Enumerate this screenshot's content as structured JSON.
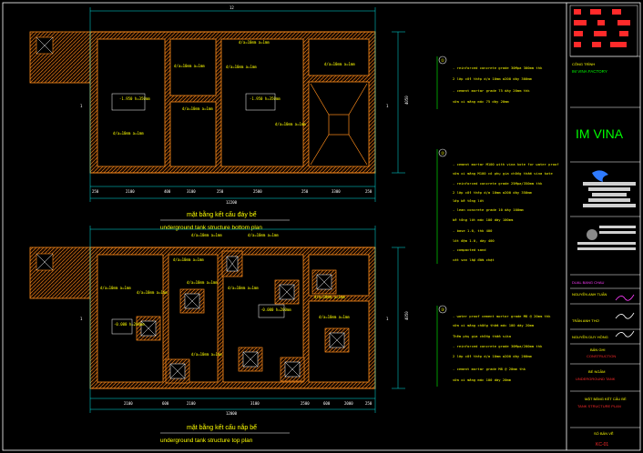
{
  "plan_bottom": {
    "title_vn": "mặt bằng kết cấu đáy bể",
    "title_en": "underground tank structure bottom plan",
    "room_labels": [
      "d/a=10mm a=1mm",
      "d/a=10mm a=1mm",
      "d/a=10mm a=1mm",
      "d/a=10mm a=1mm",
      "-1.950 h=350mm",
      "-1.950 h=350mm",
      "d/a=10mm a=1mm",
      "d/a=10mm a=1mm",
      "d/a=10mm a=1mm"
    ],
    "dims_bottom": [
      "250",
      "2100",
      "400",
      "3100",
      "250",
      "2500",
      "250",
      "3300",
      "250"
    ],
    "dim_total": "12200",
    "dim_top": "12",
    "dim_right": "4050",
    "axis_labels": [
      "1",
      "1"
    ]
  },
  "plan_top": {
    "title_vn": "mặt bằng kết cấu nắp bể",
    "title_en": "underground tank structure top plan",
    "room_labels": [
      "d/a=10mm a=1mm",
      "d/a=10mm a=1mm",
      "d/a=10mm a=1mm",
      "d/a=10mm a=1mm",
      "d/a=10mm a=1mm",
      "d/a=10mm a=1mm",
      "d/a=10mm a=1mm",
      "d/a=10mm a=1mm",
      "-0.000 h=200mm",
      "-0.000 h=200mm",
      "d/a=10mm a=1mm",
      "d/a=10mm a=1mm"
    ],
    "dims_bottom": [
      "2100",
      "600",
      "2100",
      "3100",
      "2500",
      "600",
      "2000",
      "250"
    ],
    "dim_total": "12000",
    "dim_right": "4050",
    "axis_labels": [
      "1",
      "1"
    ]
  },
  "notes_1": {
    "marker": "①",
    "lines": [
      "- reinforced concrete grade 30Mpa 300mm thk",
      "2 lớp cốt thép d/a 10mm a200 dày 300mm",
      "- cement mortar grade 75 dày 20mm thk",
      "vữa xi măng mác 75 dày 20mm"
    ]
  },
  "notes_2": {
    "marker": "②",
    "lines": [
      "- cement mortar M100 with vina kote for water proof",
      "vữa xi măng M100 có phụ gia chống thấm vina kote",
      "- reinforced concrete grade 25Mpa/350mm thk",
      "2 lớp cốt thép d/a 10mm a200 dày 350mm",
      "lớp bê tông lót",
      "- lean concrete grade 10 dày 100mm",
      "bê tông lót mác 100 dày 100mm",
      "- base 1.0, thk 400",
      "lót đệm 1.0, dày 400",
      "- compacted sand",
      "cát san lấp đầm chặt"
    ]
  },
  "notes_3": {
    "marker": "③",
    "lines": [
      "- water proof cement mortar grade M8 @ 20mm thk",
      "vữa xi măng chống thấm mác 100 dày 20mm",
      "Thêm phụ gia chống thấm sika",
      "- reinforced concrete grade 30Mpa/200mm thk",
      "2 lớp cốt thép d/a 10mm a200 dày 200mm",
      "- cement mortar grade M8 @ 20mm thk",
      "vữa xi măng mác 100 dày 20mm"
    ]
  },
  "titleblock": {
    "project_label": "CÔNG TRÌNH",
    "project_name": "IM VINA FACTORY",
    "client": "IM VINA",
    "design_label": "DUAL BANG CHAU",
    "names": [
      "NGUYỄN ANH TUẤN",
      "TRẦN ANH THƠ",
      "NGUYỄN DUY HỒNG"
    ],
    "content_label": "BẢN GHI",
    "content_value": "CONSTRUCTION",
    "drawing_label": "BỂ NGẦM",
    "drawing_value": "UNDERGROUND TANK",
    "title_label": "MẶT BẰNG KẾT CẤU BỂ",
    "title_value": "TANK STRUCTURE PLAN",
    "sheet_label": "SỐ BẢN VẼ",
    "sheet_no": "KC-01"
  },
  "colors": {
    "wall": "#ff8c1a",
    "dim": "#00e5e5",
    "label": "#ffff00",
    "note_text": "#ffff00",
    "frame": "#ffffff",
    "accent_red": "#ff2a2a",
    "accent_green": "#00ff00",
    "accent_magenta": "#ff3cff"
  }
}
